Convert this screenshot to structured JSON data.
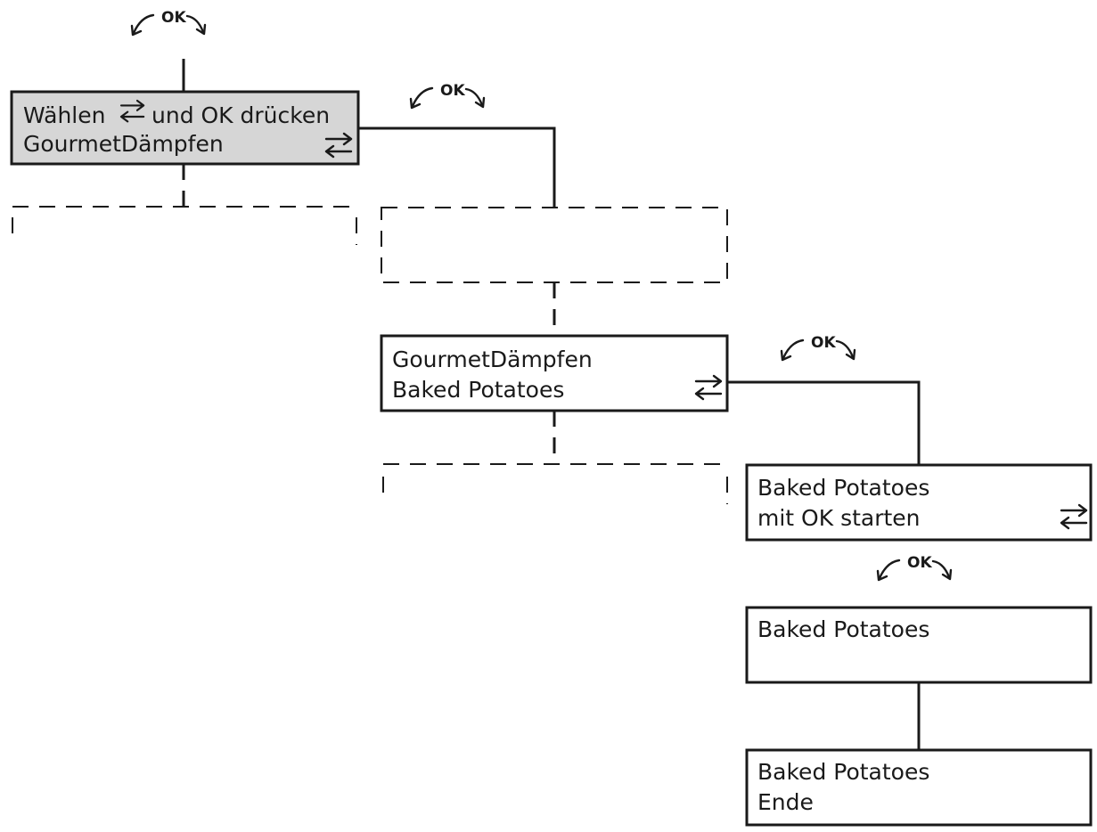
{
  "ok_label": "OK",
  "boxes": {
    "main_menu": {
      "line1": "Wählen",
      "line1_after": "und OK drücken",
      "line2": "GourmetDämpfen"
    },
    "gourmet_menu": {
      "line1": "GourmetDämpfen",
      "line2": "Baked Potatoes"
    },
    "start_prompt": {
      "line1": "Baked Potatoes",
      "line2": "mit OK starten"
    },
    "running": {
      "line1": "Baked Potatoes",
      "line2": ""
    },
    "end": {
      "line1": "Baked Potatoes",
      "line2": "Ende"
    }
  },
  "icons": {
    "ok_rotate": "ok-rotate-icon",
    "select_arrows": "select-arrows-icon"
  }
}
